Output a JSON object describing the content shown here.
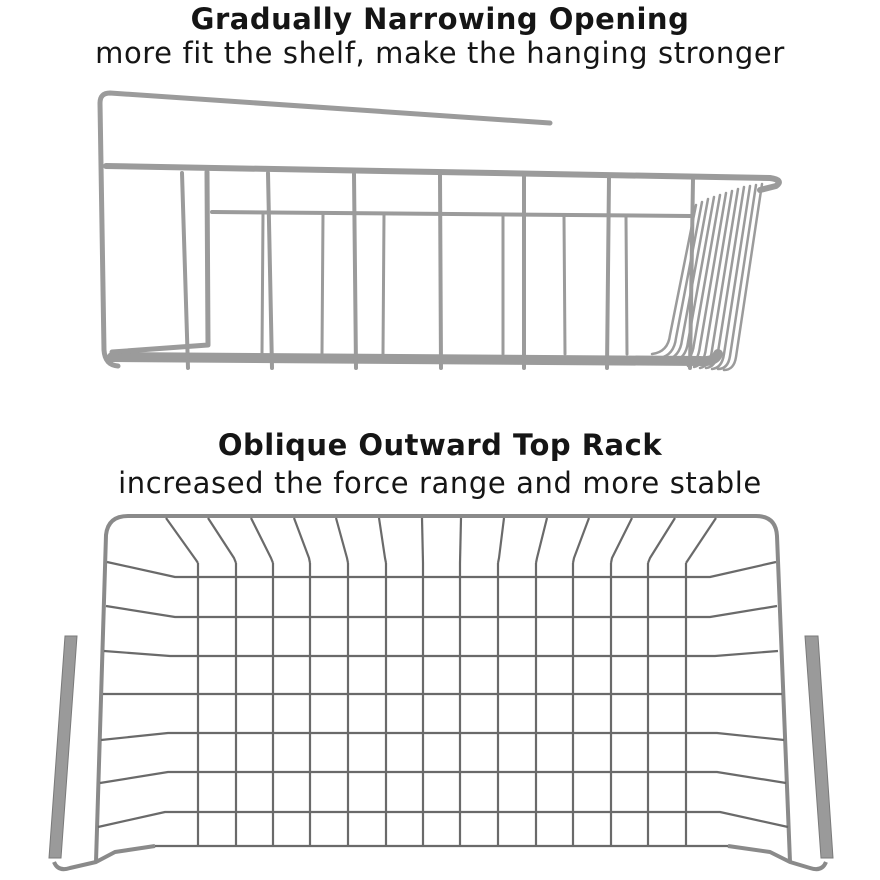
{
  "section_top": {
    "title": "Gradually Narrowing Opening",
    "subtitle": "more fit the shelf, make the hanging stronger",
    "illustration": "side-view-wire-basket"
  },
  "section_bottom": {
    "title": "Oblique Outward Top Rack",
    "subtitle": "increased the force range and more stable",
    "illustration": "top-view-wire-basket-grid"
  },
  "colors": {
    "background": "#ffffff",
    "text": "#151515",
    "wire": "#9b9b9b",
    "grid_wire": "#6a6a6a"
  }
}
